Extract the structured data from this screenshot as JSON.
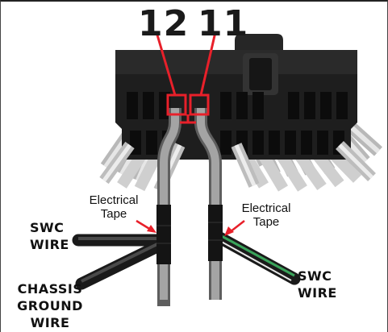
{
  "pins": {
    "left_number": "12",
    "right_number": "11",
    "highlight_color": "#e8202a"
  },
  "labels": {
    "tape_left_line1": "Electrical",
    "tape_left_line2": "Tape",
    "tape_right_line1": "Electrical",
    "tape_right_line2": "Tape",
    "swc_left_line1": "SWC",
    "swc_left_line2": "WIRE",
    "chassis_line1": "CHASSIS",
    "chassis_line2": "GROUND",
    "chassis_line3": "WIRE",
    "swc_right_line1": "SWC",
    "swc_right_line2": "WIRE"
  },
  "colors": {
    "connector": "#1e1e1e",
    "wire_gray": "#8a8a8a",
    "wire_black": "#2b2b2b",
    "stripe_green": "#3aa35a",
    "arrow_red": "#e8202a"
  }
}
